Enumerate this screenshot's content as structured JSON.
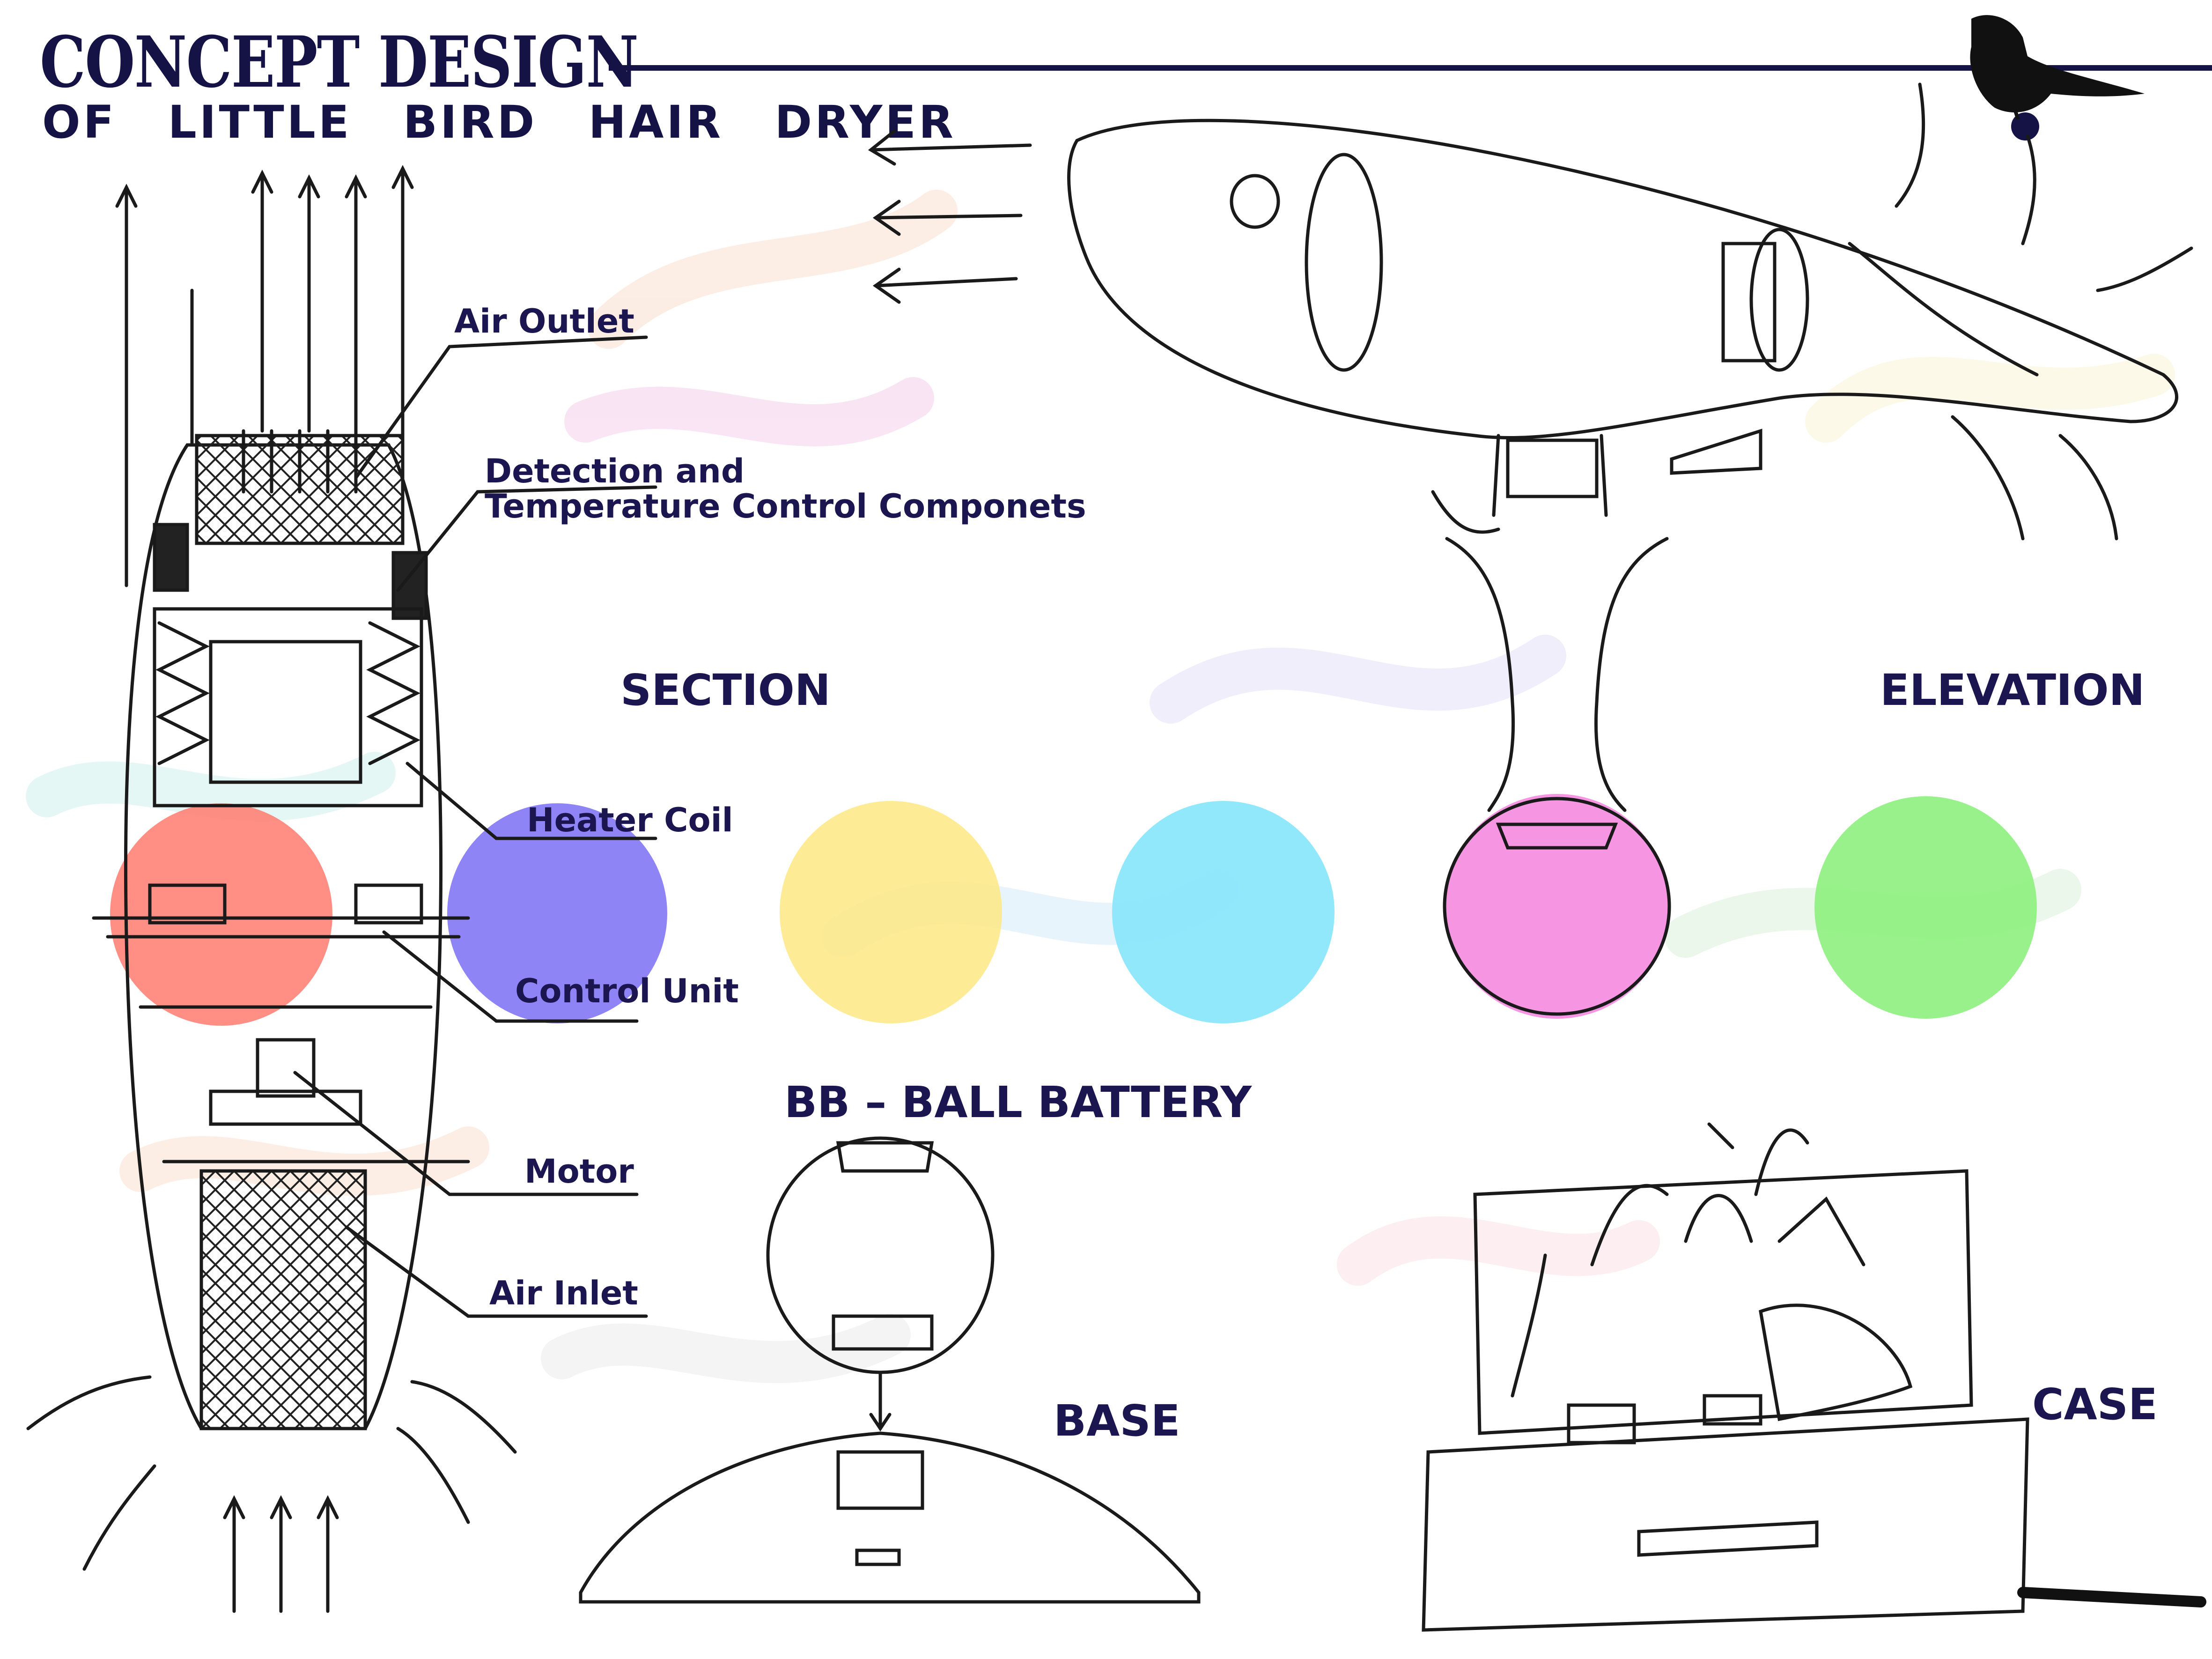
{
  "header": {
    "title": "CONCEPT DESIGN",
    "subtitle": "OF LITTLE BIRD HAIR DRYER"
  },
  "section_labels": {
    "section": "SECTION",
    "elevation": "ELEVATION",
    "battery": "BB – BALL BATTERY",
    "base": "BASE",
    "case": "CASE"
  },
  "callouts": {
    "air_outlet": "Air Outlet",
    "detection_line1": "Detection and",
    "detection_line2": "Temperature Control Componets",
    "heater_coil": "Heater Coil",
    "control_unit": "Control Unit",
    "motor": "Motor",
    "air_inlet": "Air Inlet"
  },
  "palette": {
    "ink": "#151246",
    "red": "#ff7a6e",
    "blue": "#7b6ff5",
    "yellow": "#fde98a",
    "cyan": "#86e6fb",
    "pink": "#f58be0",
    "green": "#8ef07e"
  },
  "icons": [
    "bird-silhouette-icon"
  ]
}
